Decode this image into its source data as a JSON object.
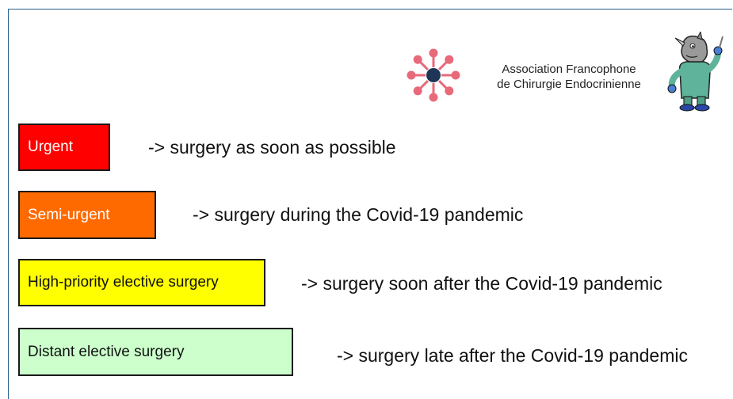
{
  "organization": {
    "name_line1": "Association Francophone",
    "name_line2": "de Chirurgie Endocrinienne",
    "logo_icon": "network-node-icon",
    "mascot_icon": "rhino-surgeon-mascot-icon",
    "logo_colors": {
      "center": "#1f3556",
      "nodes": "#e8697a"
    }
  },
  "categories": [
    {
      "label": "Urgent",
      "description": "-> surgery as soon as possible",
      "fill": "#ff0000",
      "text_color": "#ffffff"
    },
    {
      "label": "Semi-urgent",
      "description": "-> surgery during the Covid-19 pandemic",
      "fill": "#ff6a00",
      "text_color": "#ffffff"
    },
    {
      "label": "High-priority elective surgery",
      "description": "-> surgery soon after the Covid-19 pandemic",
      "fill": "#ffff00",
      "text_color": "#111111"
    },
    {
      "label": "Distant elective surgery",
      "description": "-> surgery late after the Covid-19 pandemic",
      "fill": "#ccffcc",
      "text_color": "#111111"
    }
  ]
}
